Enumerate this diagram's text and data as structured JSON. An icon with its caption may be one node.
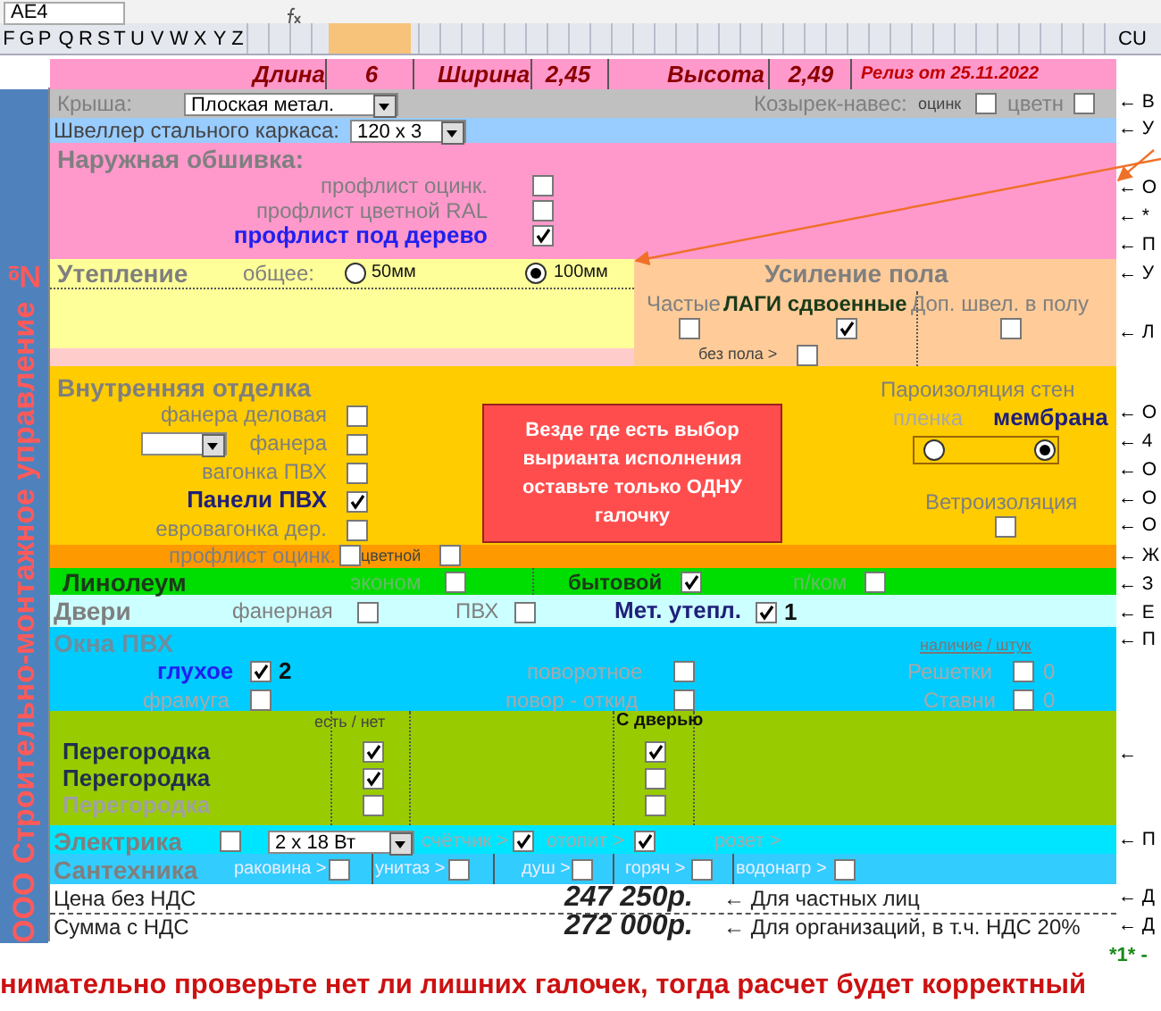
{
  "diagram": {
    "nodes": [
      {
        "text": [
          "Длина",
          "6",
          "Ширина",
          "2,45",
          "Высота",
          "2,49",
          "Релиз от 25.11.2022"
        ]
      },
      {
        "text": [
          "Крыша:",
          "Плоская метал.",
          "Козырек-навес:",
          "оцинк",
          "цветн"
        ]
      },
      {
        "text": [
          "Швеллер стального каркаса:",
          "120 x 3"
        ]
      },
      {
        "text": [
          "Наружная обшивка:",
          "профлист оцинк.",
          "профлист цветной  RAL",
          "профлист под дерево"
        ]
      },
      {
        "text": [
          "Утепление",
          "общее:",
          "50мм",
          "100мм"
        ]
      },
      {
        "text": [
          "Усиление пола",
          "Частые",
          "ЛАГИ сдвоенные",
          "Доп. швел. в полу",
          "без пола >"
        ]
      },
      {
        "text": [
          "Внутренняя отделка",
          "фанера деловая",
          "фанера",
          "вагонка ПВХ",
          "Панели ПВХ",
          "евровагонка дер.",
          "Пароизоляция стен",
          "пленка",
          "мембрана",
          "Ветроизоляция"
        ]
      },
      {
        "text": [
          "Везде где есть выбор вырианта исполнения оставьте только ОДНУ галочку"
        ],
        "in": 6
      },
      {
        "text": [
          "профлист оцинк.",
          "цветной"
        ]
      },
      {
        "text": [
          "Линолеум",
          "эконом",
          "бытовой",
          "п/ком"
        ]
      },
      {
        "text": [
          "Двери",
          "фанерная",
          "ПВХ",
          "Мет. утепл.",
          "1"
        ]
      },
      {
        "text": [
          "Окна ПВХ",
          "наличие / штук",
          "глухое",
          "2",
          "поворотное",
          "Решетки",
          "0",
          "фрамуга",
          "повор - откид",
          "Ставни",
          "0"
        ]
      },
      {
        "text": [
          "есть / нет",
          "С дверью",
          "Перегородка",
          "Перегородка",
          "Перегородка"
        ]
      },
      {
        "text": [
          "Электрика",
          "2 x 18 Вт",
          "счётчик >",
          "отопит >",
          "розет >"
        ]
      },
      {
        "text": [
          "Сантехника",
          "раковина >",
          "унитаз >",
          "душ >",
          "горяч >",
          "водонагр >"
        ]
      },
      {
        "text": [
          "Цена без НДС",
          "247 250р.",
          "← Для частных лиц",
          "Сумма с НДС",
          "272 000р.",
          "← Для организаций, в т.ч. НДС 20%"
        ]
      }
    ],
    "edges": [
      {
        "from": null,
        "to": 4,
        "arrow": "to"
      },
      {
        "from": null,
        "to": 3,
        "arrow": "to"
      }
    ],
    "labels": [
      "AE4",
      "F",
      "G",
      "P",
      "Q",
      "R",
      "S",
      "T",
      "U",
      "V",
      "W",
      "X",
      "Y",
      "Z",
      "CU",
      "ООО Строительно-монтажное управление №",
      "← В",
      "← У",
      "← О",
      "← *",
      "← П",
      "← У",
      "← Л",
      "← О",
      "← 4",
      "← О",
      "← О",
      "← О",
      "← Ж",
      "← З",
      "← Е",
      "← П",
      "←",
      "← П",
      "← Д",
      "← Д",
      "*1* -",
      "нимательно проверьте нет ли лишних галочек, тогда расчет будет корректный"
    ]
  }
}
